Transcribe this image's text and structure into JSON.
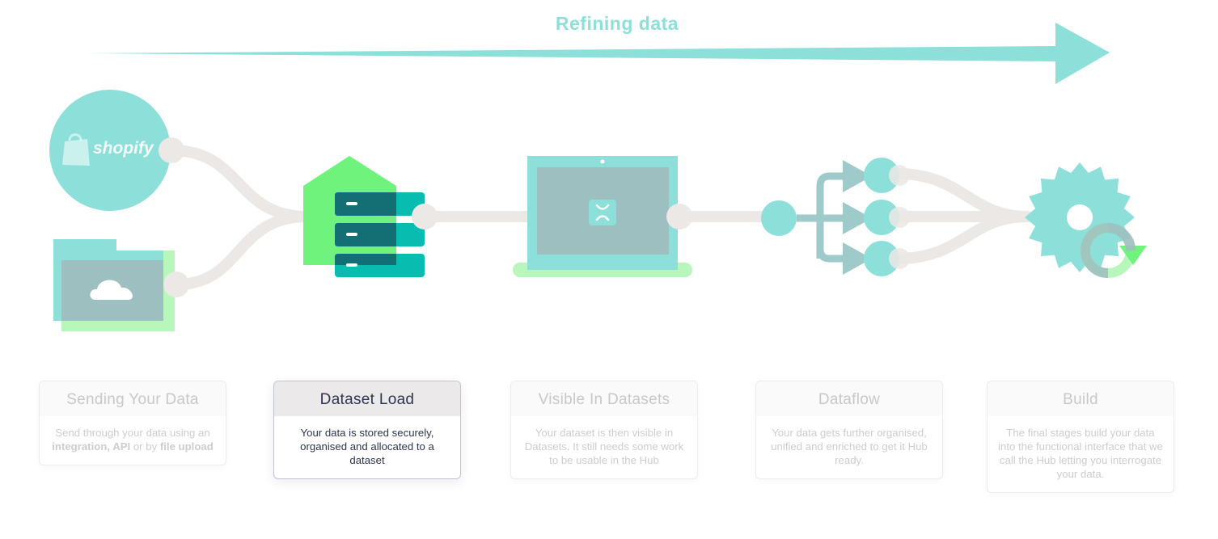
{
  "header": {
    "title": "Refining data"
  },
  "brand": {
    "label": "shopify"
  },
  "icons": [
    "shopify-bag-icon",
    "cloud-icon",
    "server-icon",
    "laptop-icon",
    "app-logo-icon",
    "arrow-icon",
    "gear-icon",
    "refresh-icon"
  ],
  "colors": {
    "teal": "#8ce0d9",
    "green": "#6ff37c",
    "dark_teal": "#136f73",
    "bright_teal": "#08bdb0",
    "slate_teal": "#9ecbca",
    "connector": "#ece8e5"
  },
  "stages": [
    {
      "title": "Sending Your Data",
      "parts": [
        {
          "t": "Send through your data using an ",
          "b": false
        },
        {
          "t": "integration, API",
          "b": true
        },
        {
          "t": " or by ",
          "b": false
        },
        {
          "t": "file upload",
          "b": true
        }
      ],
      "active": false
    },
    {
      "title": "Dataset Load",
      "parts": [
        {
          "t": "Your data is stored securely, organised and allocated to a dataset",
          "b": false
        }
      ],
      "active": true
    },
    {
      "title": "Visible In Datasets",
      "parts": [
        {
          "t": "Your dataset is then visible in Datasets. It still needs some work to be usable in the Hub",
          "b": false
        }
      ],
      "active": false
    },
    {
      "title": "Dataflow",
      "parts": [
        {
          "t": "Your data gets further organised, unified and enriched to get it Hub ready.",
          "b": false
        }
      ],
      "active": false
    },
    {
      "title": "Build",
      "parts": [
        {
          "t": "The final stages build your data into the functional interface that we call the Hub letting you interrogate your data.",
          "b": false
        }
      ],
      "active": false
    }
  ]
}
